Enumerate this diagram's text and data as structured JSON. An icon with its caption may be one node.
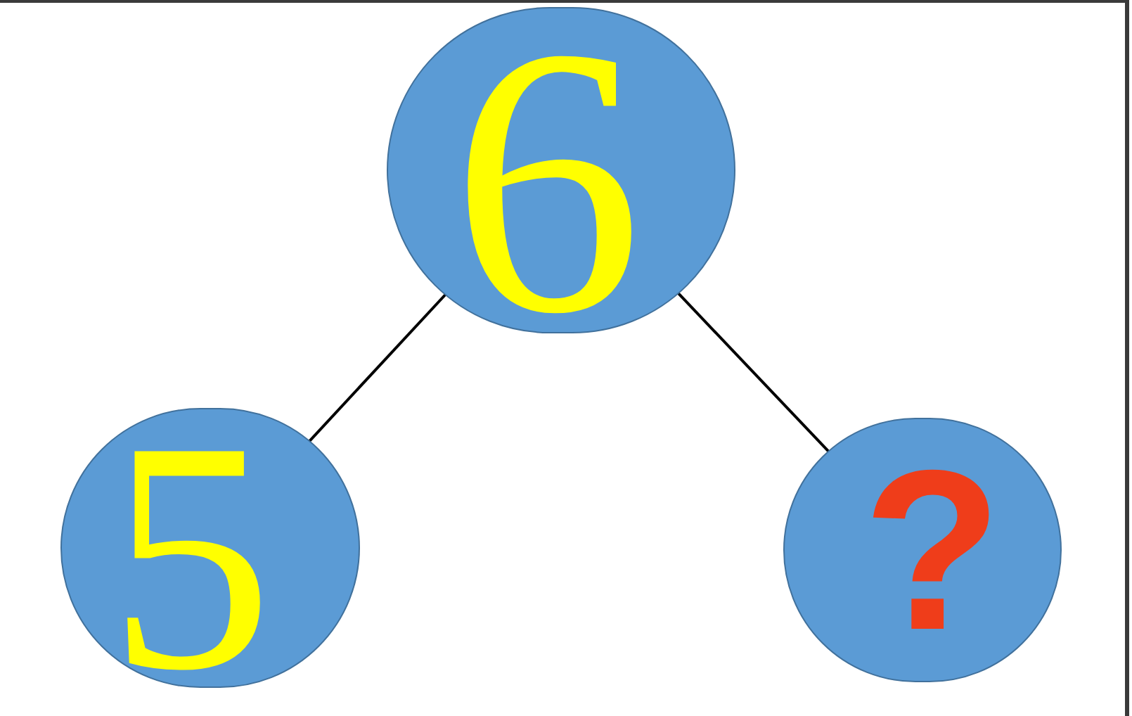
{
  "diagram": {
    "nodes": [
      {
        "text": [
          "6"
        ]
      },
      {
        "text": [
          "5"
        ]
      },
      {
        "text": [
          "?"
        ]
      }
    ],
    "edges": [
      {
        "from": 0,
        "to": 1,
        "arrow": "none"
      },
      {
        "from": 0,
        "to": 2,
        "arrow": "none"
      }
    ]
  }
}
